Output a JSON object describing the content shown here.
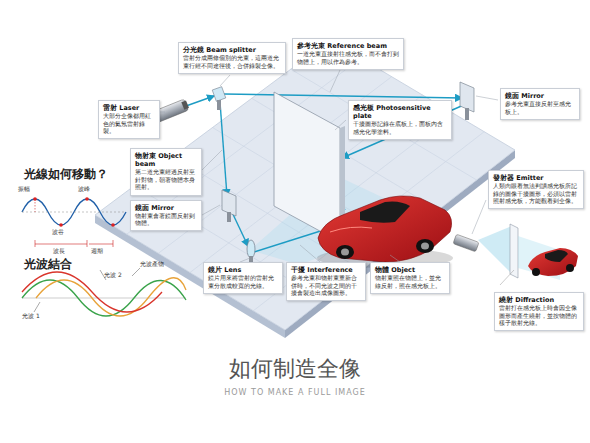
{
  "diagram": {
    "title": "如何制造全像",
    "caption": "HOW TO MAKE A FULL IMAGE",
    "nodes": [
      {
        "text": [
          "雷射 Laser",
          "大部分全像都用紅色的氦氖雷射錄製。"
        ]
      },
      {
        "text": [
          "分光鏡 Beam splitter",
          "雷射分成兩條個別的光束，這兩道光束行經不同途徑後，合併錄製全像。"
        ]
      },
      {
        "text": [
          "參考光束 Reference beam",
          "一道光束直接射往感光板，而不會打到物體上，用以作為參考。"
        ]
      },
      {
        "text": [
          "鏡面 Mirror",
          "參考光束直接反射至感光板上。"
        ]
      },
      {
        "text": [
          "感光板 Photosensitive plate",
          "干擾圖形記錄在底板上，面板內含感光化學塗料。"
        ]
      },
      {
        "text": [
          "物射束 Object beam",
          "第二道光束經過反射至針對物，朝著物體本身照射。"
        ]
      },
      {
        "text": [
          "鏡面 Mirror",
          "物射束會著鏡面反射到物體。"
        ]
      },
      {
        "text": [
          "發射器 Emitter",
          "人類肉眼看無法判讀感光板所記錄的圖像干擾圖形，必須以雷射照射感光板，方能觀看到全像。"
        ]
      },
      {
        "text": [
          "鏡片 Lens",
          "鏡片用來將雷射的雷射光束分散成較寬的光線。"
        ]
      },
      {
        "text": [
          "干擾 Interference",
          "參考光束和物射束重新合併時，不同光波之間的干擾會製造出成像圖形。"
        ]
      },
      {
        "text": [
          "物體 Object",
          "物射束照在物體上，並光線反射，照在感光板上。"
        ]
      },
      {
        "text": [
          "繞射 Diffraction",
          "雷射打在感光板上時會因全像圖形而產生繞射，並按物體的樣子散射光線。"
        ]
      }
    ],
    "labels": [
      "光線如何移動？",
      "振幅",
      "波峰",
      "波谷",
      "波長",
      "週期",
      "光波結合",
      "光波 2",
      "光波產物",
      "光波 1"
    ]
  }
}
